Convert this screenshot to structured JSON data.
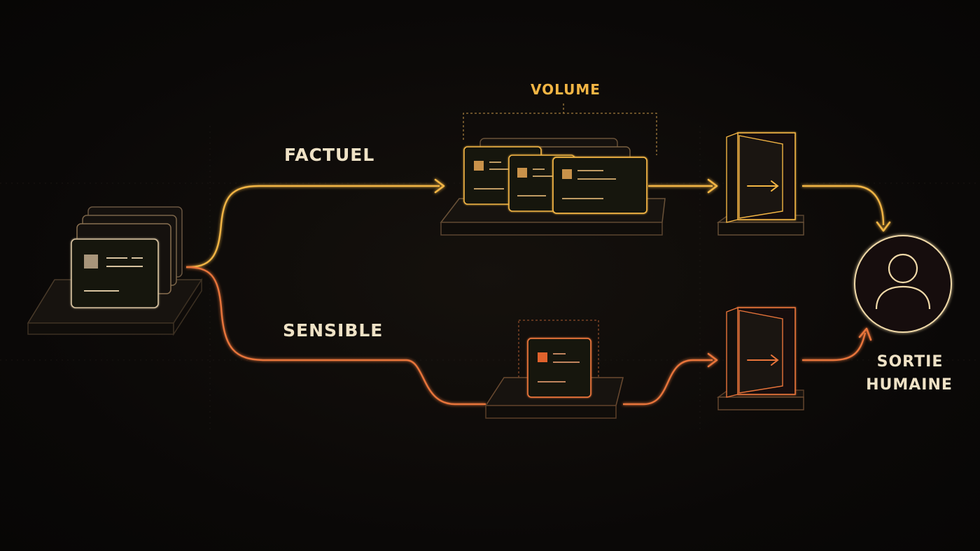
{
  "labels": {
    "factuel": "FACTUEL",
    "volume": "VOLUME",
    "sensible": "SENSIBLE",
    "sortie_line1": "SORTIE",
    "sortie_line2": "HUMAINE"
  },
  "colors": {
    "background": "#0b0908",
    "amber": "#f2b544",
    "orange": "#e8743a",
    "cream": "#f0e2c4",
    "panel": "#1a1612"
  },
  "icons": {
    "source": "document-stack-icon",
    "batch": "multiple-documents-icon",
    "single": "single-document-icon",
    "gate": "door-exit-icon",
    "person": "user-icon"
  }
}
